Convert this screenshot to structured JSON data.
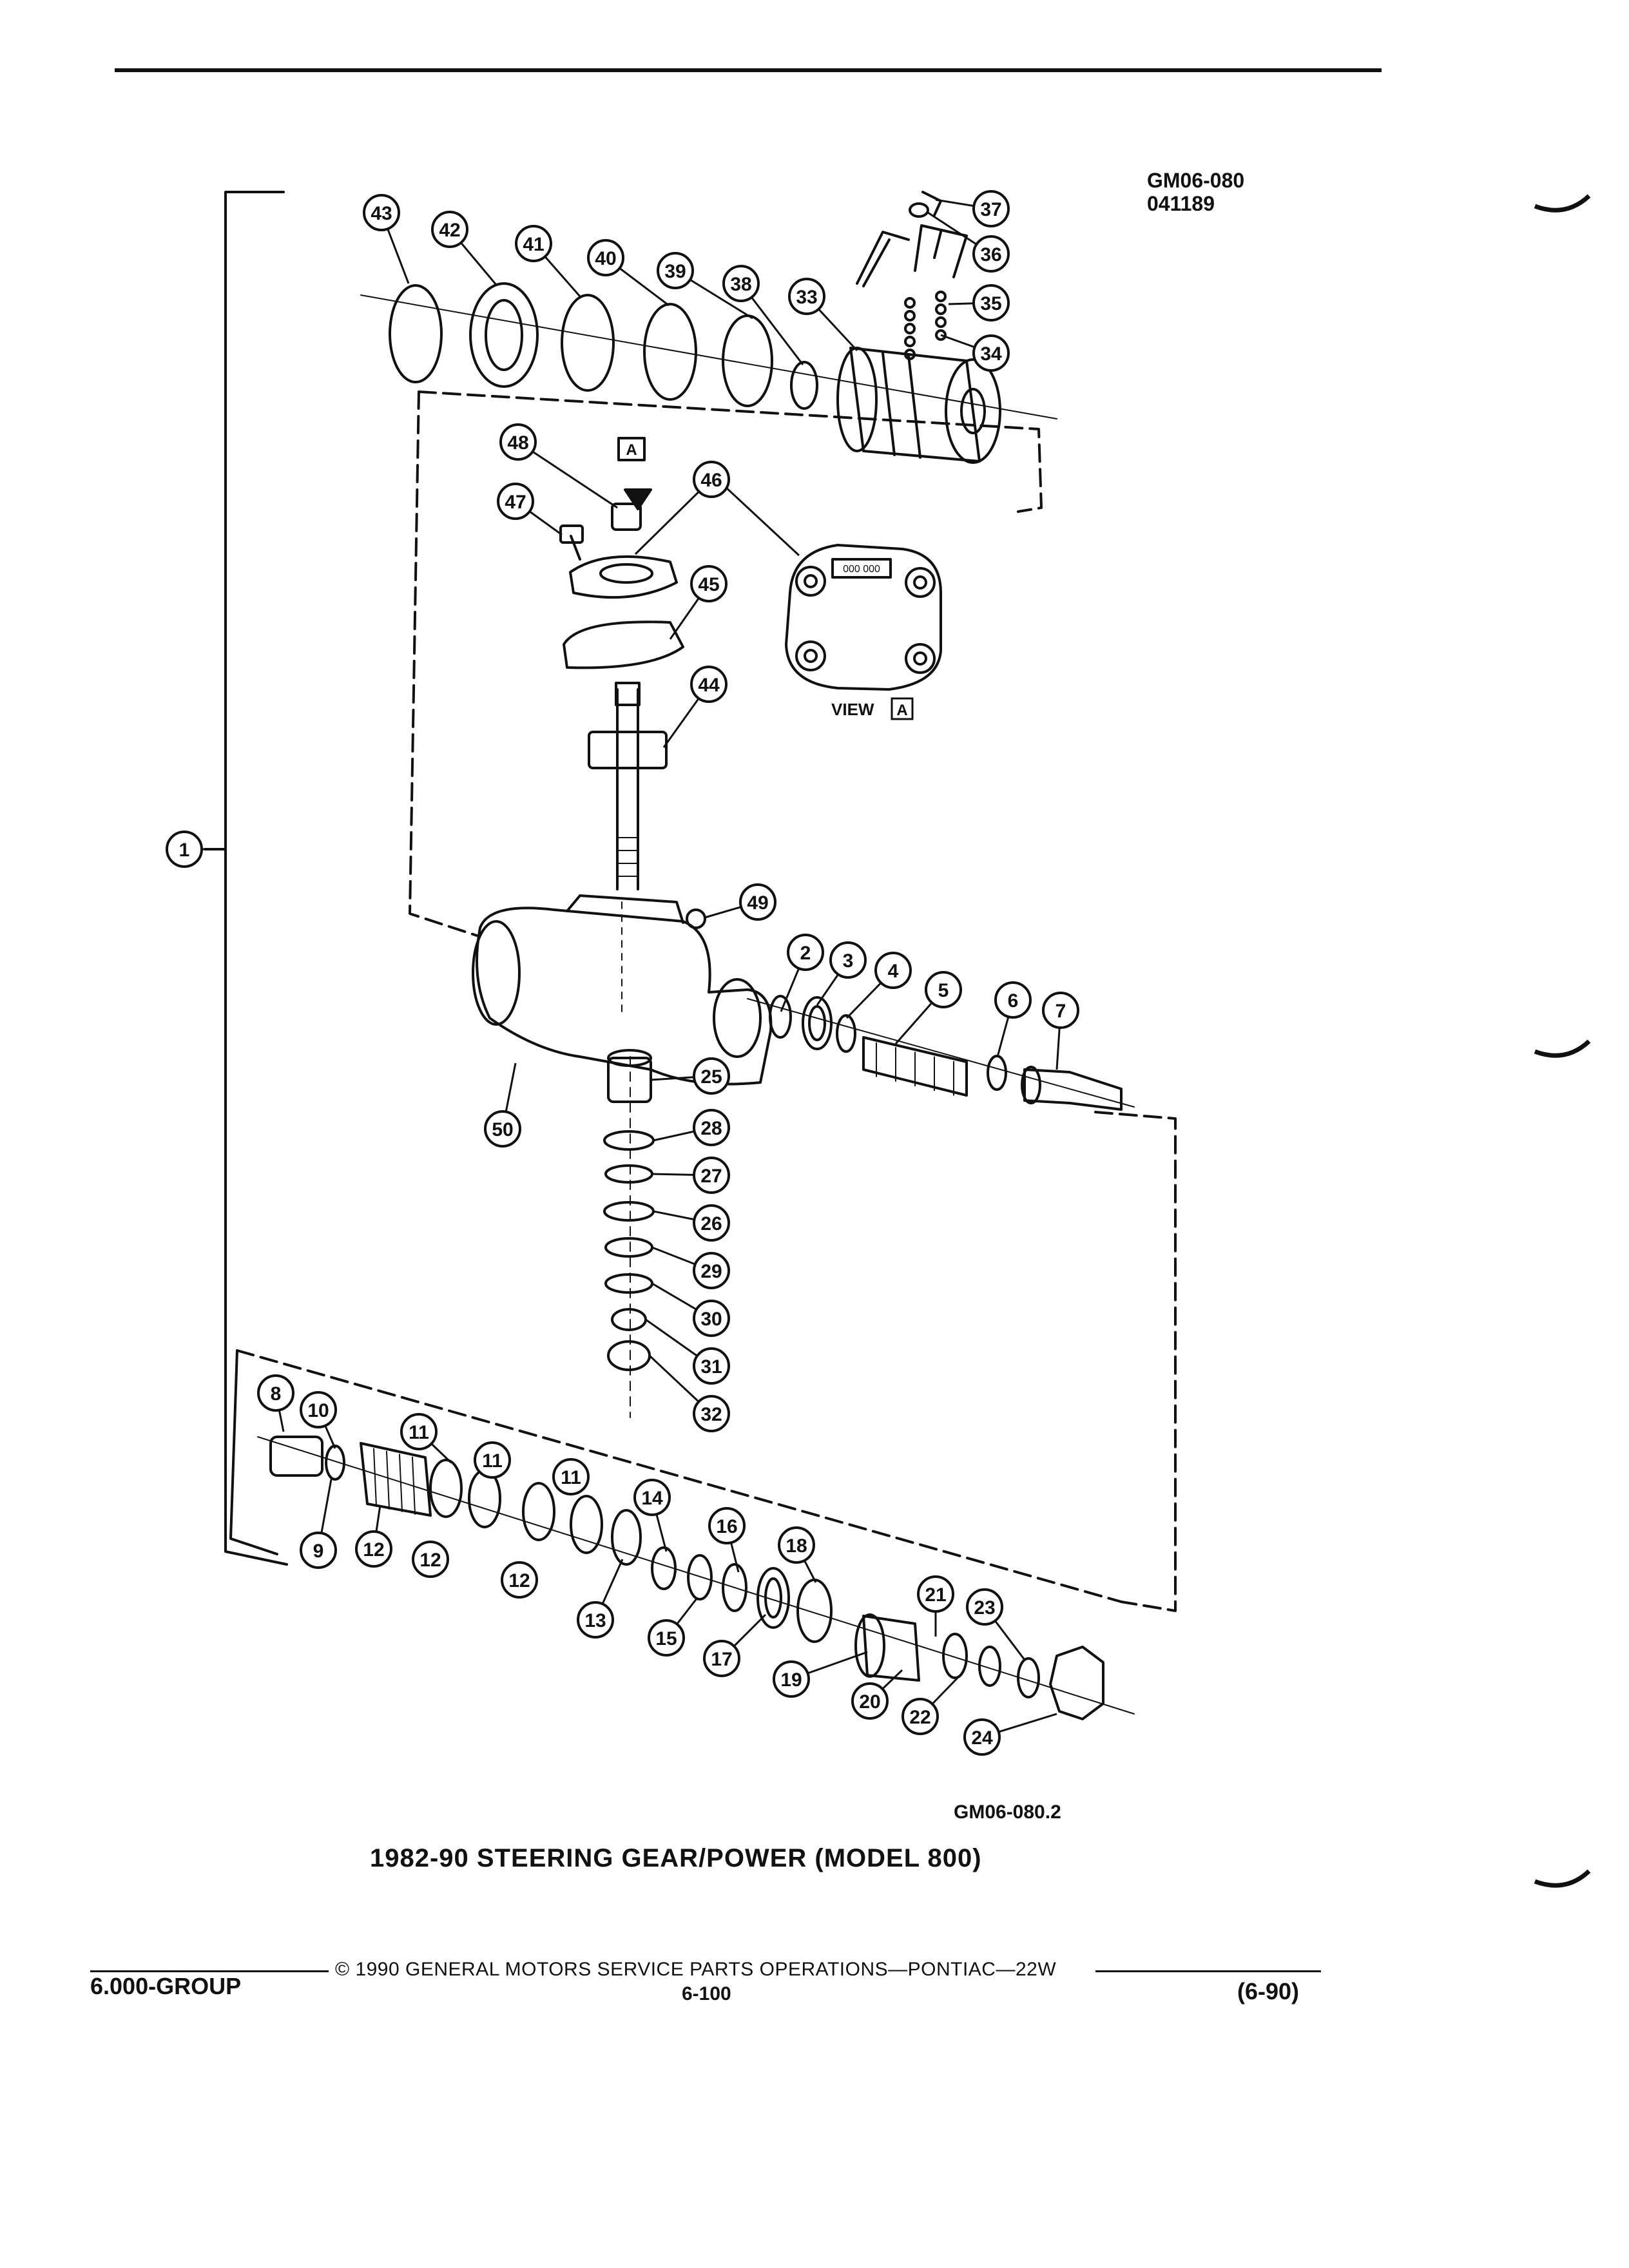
{
  "reference": {
    "code": "GM06-080",
    "date": "041189"
  },
  "figure_id": "GM06-080.2",
  "caption": "1982-90 STEERING GEAR/POWER (MODEL 800)",
  "view_label": "VIEW",
  "view_letter": "A",
  "view_plate_text": "000 000",
  "callouts": [
    "1",
    "2",
    "3",
    "4",
    "5",
    "6",
    "7",
    "8",
    "9",
    "10",
    "11",
    "12",
    "13",
    "14",
    "15",
    "16",
    "17",
    "18",
    "19",
    "20",
    "21",
    "22",
    "23",
    "24",
    "25",
    "26",
    "27",
    "28",
    "29",
    "30",
    "31",
    "32",
    "33",
    "34",
    "35",
    "36",
    "37",
    "38",
    "39",
    "40",
    "41",
    "42",
    "43",
    "44",
    "45",
    "46",
    "47",
    "48",
    "49",
    "50"
  ],
  "footer": {
    "group": "6.000-GROUP",
    "copyright": "© 1990 GENERAL MOTORS SERVICE PARTS OPERATIONS—PONTIAC—22W",
    "page": "6-100",
    "revision": "(6-90)"
  }
}
